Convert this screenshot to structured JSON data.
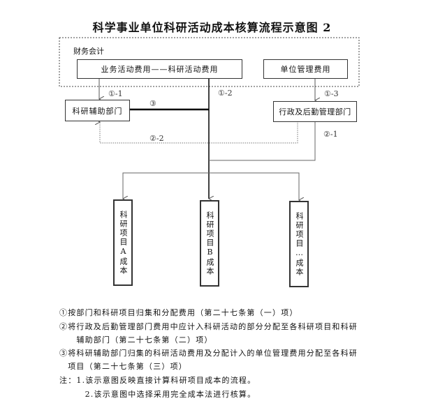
{
  "title": "科学事业单位科研活动成本核算流程示意图 2",
  "finance_group": {
    "label": "财务会计"
  },
  "nodes": {
    "business_expense": "业务活动费用——科研活动费用",
    "unit_management_expense": "单位管理费用",
    "research_support_dept": "科研辅助部门",
    "admin_logistics_dept": "行政及后勤管理部门",
    "project_a": "科研项目A成本",
    "project_b": "科研项目B成本",
    "project_etc": "科研项目…成本"
  },
  "flow_labels": {
    "f1_1": "①-1",
    "f1_2": "①-2",
    "f1_3": "①-3",
    "f2_1": "②-1",
    "f2_2": "②-2",
    "f3": "③"
  },
  "notes": [
    "①按部门和科研项目归集和分配费用（第二十七条第（一）项）",
    "②将行政及后勤管理部门费用中应计入科研活动的部分分配至各科研项目和科研",
    "　　辅助部门（第二十七条第（二）项）",
    "③将科研辅助部门归集的科研活动费用及分配计入的单位管理费用分配至各科研",
    "　项目（第二十七条第（三）项）",
    "注：1.该示意图反映直接计算科研项目成本的流程。",
    "　　　2.该示意图中选择采用完全成本法进行核算。"
  ]
}
